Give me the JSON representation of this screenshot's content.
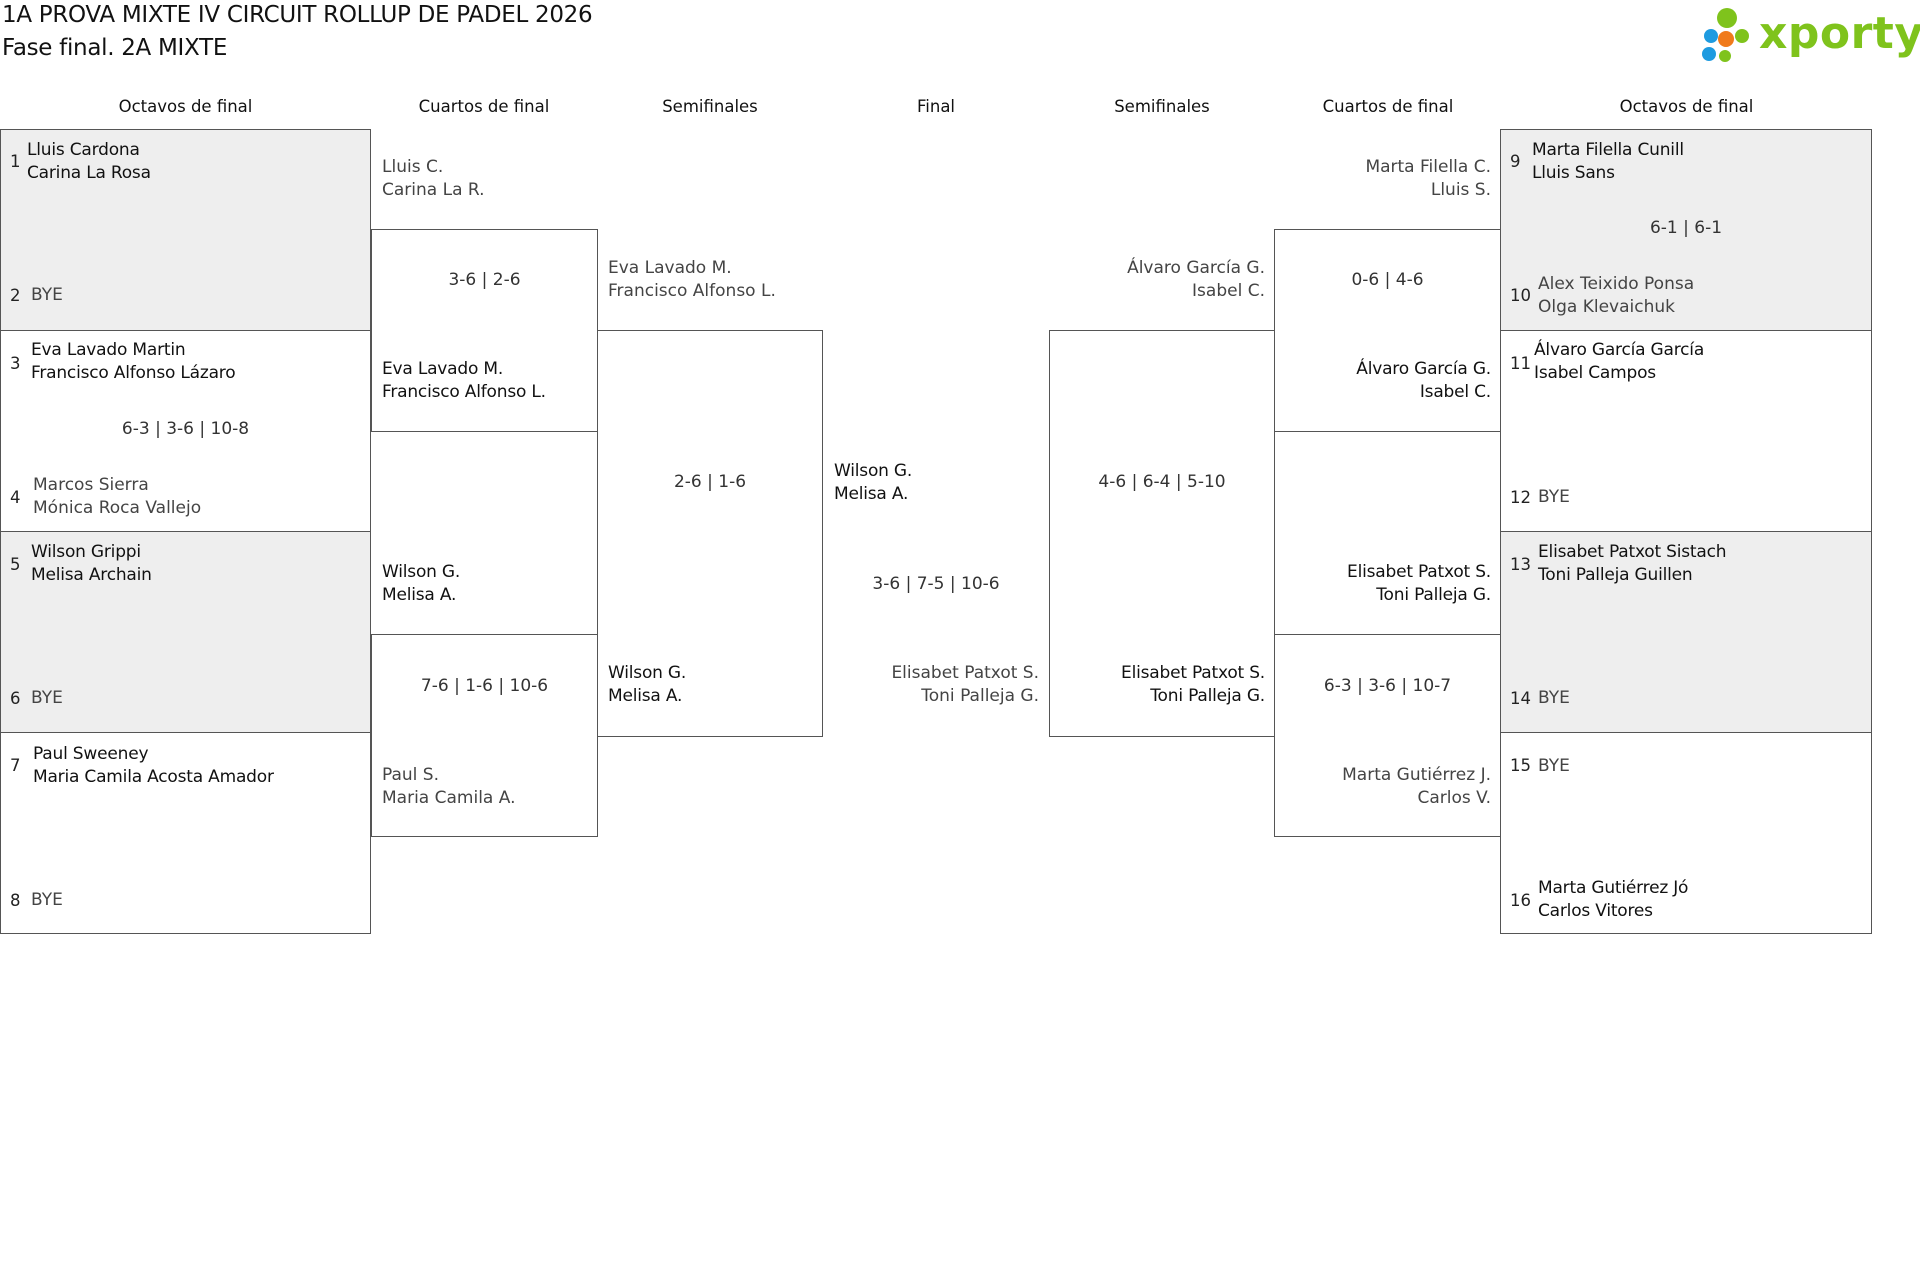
{
  "header": {
    "title": "1A PROVA MIXTE IV CIRCUIT ROLLUP DE PADEL 2026",
    "subtitle": "Fase final. 2A MIXTE"
  },
  "logo": {
    "text": "xporty",
    "color": "#7fc31c",
    "dot_colors": [
      "#7fc31c",
      "#1e9be0",
      "#f07a1b",
      "#7fc31c",
      "#1e9be0"
    ]
  },
  "rounds": {
    "left_r16": "Octavos de final",
    "left_qf": "Cuartos de final",
    "left_sf": "Semifinales",
    "final": "Final",
    "right_sf": "Semifinales",
    "right_qf": "Cuartos de final",
    "right_r16": "Octavos de final"
  },
  "left_r16": [
    {
      "seed": "1",
      "p1": "Lluis Cardona",
      "p2": "Carina La Rosa"
    },
    {
      "seed": "2",
      "p1": "BYE",
      "p2": ""
    },
    {
      "seed": "3",
      "p1": "Eva Lavado Martin",
      "p2": "Francisco Alfonso Lázaro"
    },
    {
      "seed": "4",
      "p1": "Marcos Sierra",
      "p2": "Mónica Roca Vallejo"
    },
    {
      "seed": "5",
      "p1": "Wilson Grippi",
      "p2": "Melisa Archain"
    },
    {
      "seed": "6",
      "p1": "BYE",
      "p2": ""
    },
    {
      "seed": "7",
      "p1": "Paul Sweeney",
      "p2": "Maria Camila Acosta Amador"
    },
    {
      "seed": "8",
      "p1": "BYE",
      "p2": ""
    }
  ],
  "left_r16_scores": [
    "",
    "6-3 | 3-6 | 10-8",
    "",
    ""
  ],
  "left_qf": [
    {
      "p1": "Lluis C.",
      "p2": "Carina La R."
    },
    {
      "p1": "Eva Lavado M.",
      "p2": "Francisco Alfonso L."
    },
    {
      "p1": "Wilson G.",
      "p2": "Melisa A."
    },
    {
      "p1": "Paul S.",
      "p2": "Maria Camila A."
    }
  ],
  "left_qf_scores": [
    "3-6 | 2-6",
    "7-6 | 1-6 | 10-6"
  ],
  "left_sf": [
    {
      "p1": "Eva Lavado M.",
      "p2": "Francisco Alfonso L."
    },
    {
      "p1": "Wilson G.",
      "p2": "Melisa A."
    }
  ],
  "left_sf_score": "2-6 | 1-6",
  "final": {
    "p_left": {
      "p1": "Wilson G.",
      "p2": "Melisa A."
    },
    "p_right": {
      "p1": "Elisabet Patxot S.",
      "p2": "Toni Palleja G."
    },
    "score": "3-6 | 7-5 | 10-6"
  },
  "right_sf": [
    {
      "p1": "Álvaro García G.",
      "p2": "Isabel C."
    },
    {
      "p1": "Elisabet Patxot S.",
      "p2": "Toni Palleja G."
    }
  ],
  "right_sf_score": "4-6 | 6-4 | 5-10",
  "right_qf": [
    {
      "p1": "Marta Filella C.",
      "p2": "Lluis S."
    },
    {
      "p1": "Álvaro García G.",
      "p2": "Isabel C."
    },
    {
      "p1": "Elisabet Patxot S.",
      "p2": "Toni Palleja G."
    },
    {
      "p1": "Marta Gutiérrez J.",
      "p2": "Carlos V."
    }
  ],
  "right_qf_scores": [
    "0-6 | 4-6",
    "6-3 | 3-6 | 10-7"
  ],
  "right_r16": [
    {
      "seed": "9",
      "p1": "Marta Filella Cunill",
      "p2": "Lluis Sans"
    },
    {
      "seed": "10",
      "p1": "Alex Teixido Ponsa",
      "p2": "Olga Klevaichuk"
    },
    {
      "seed": "11",
      "p1": "Álvaro García García",
      "p2": "Isabel Campos"
    },
    {
      "seed": "12",
      "p1": "BYE",
      "p2": ""
    },
    {
      "seed": "13",
      "p1": "Elisabet Patxot Sistach",
      "p2": "Toni Palleja Guillen"
    },
    {
      "seed": "14",
      "p1": "BYE",
      "p2": ""
    },
    {
      "seed": "15",
      "p1": "BYE",
      "p2": ""
    },
    {
      "seed": "16",
      "p1": "Marta Gutiérrez Jó",
      "p2": "Carlos Vitores"
    }
  ],
  "right_r16_scores": [
    "6-1 | 6-1",
    "",
    "",
    ""
  ]
}
